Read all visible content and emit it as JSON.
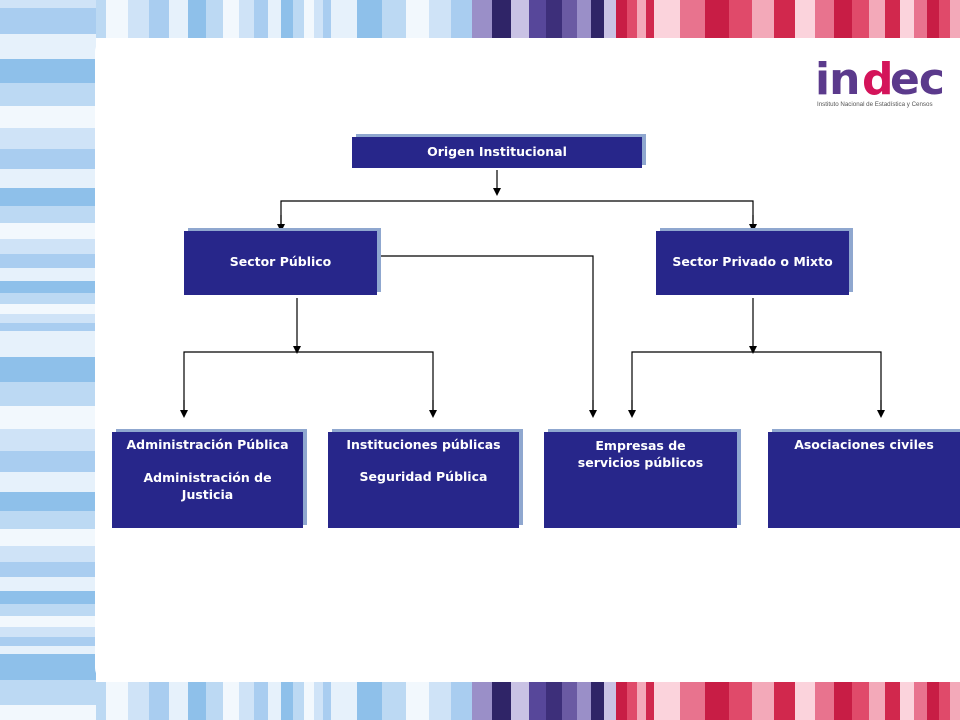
{
  "logo": {
    "wordmark": "indec",
    "tagline": "Instituto Nacional de Estadística y Censos",
    "colors": {
      "purple": "#5b3a8c",
      "pink": "#d4145a"
    }
  },
  "chart": {
    "root": {
      "label": "Origen Institucional"
    },
    "sectors": [
      {
        "label": "Sector Público"
      },
      {
        "label": "Sector Privado o Mixto"
      }
    ],
    "leaves": [
      {
        "line1": "Administración Pública",
        "line2": "Administración de Justicia"
      },
      {
        "line1": "Instituciones públicas",
        "line2": "Seguridad Pública"
      },
      {
        "line1": "Empresas de servicios públicos",
        "line2": ""
      },
      {
        "line1": "Asociaciones civiles",
        "line2": ""
      }
    ]
  },
  "colors": {
    "box": "#27268a",
    "box_edge": "#8fa7cf",
    "connector": "#000000"
  }
}
